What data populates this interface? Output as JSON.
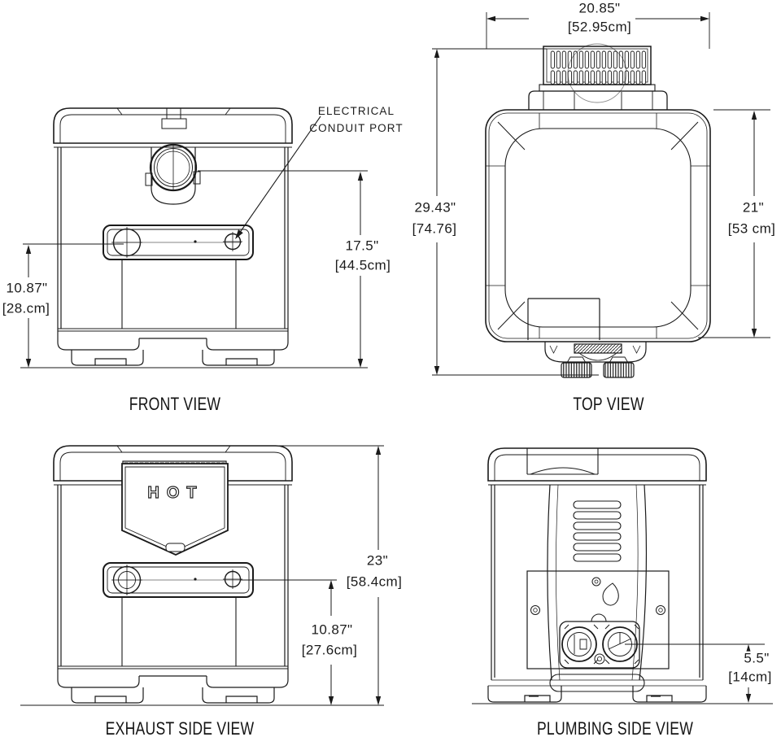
{
  "sheet": {
    "title": "heater-dimension-drawing",
    "line_color": "#1a1a1a",
    "background_color": "#ffffff"
  },
  "views": {
    "front": {
      "caption": "FRONT VIEW",
      "callout": {
        "line1": "ELECTRICAL",
        "line2": "CONDUIT PORT"
      },
      "dims": {
        "panel_height": {
          "inches": "10.87\"",
          "cm": "[28.cm]"
        },
        "flue_height": {
          "inches": "17.5\"",
          "cm": "[44.5cm]"
        }
      }
    },
    "top": {
      "caption": "TOP VIEW",
      "dims": {
        "width": {
          "inches": "20.85\"",
          "cm": "[52.95cm]"
        },
        "length": {
          "inches": "29.43\"",
          "cm": "[74.76]"
        },
        "depth": {
          "inches": "21\"",
          "cm": "[53 cm]"
        }
      }
    },
    "exhaust": {
      "caption": "EXHAUST SIDE VIEW",
      "hot_label": "HOT",
      "dims": {
        "total_height": {
          "inches": "23\"",
          "cm": "[58.4cm]"
        },
        "panel_height": {
          "inches": "10.87\"",
          "cm": "[27.6cm]"
        }
      }
    },
    "plumbing": {
      "caption": "PLUMBING SIDE VIEW",
      "dims": {
        "port_height": {
          "inches": "5.5\"",
          "cm": "[14cm]"
        }
      }
    }
  }
}
